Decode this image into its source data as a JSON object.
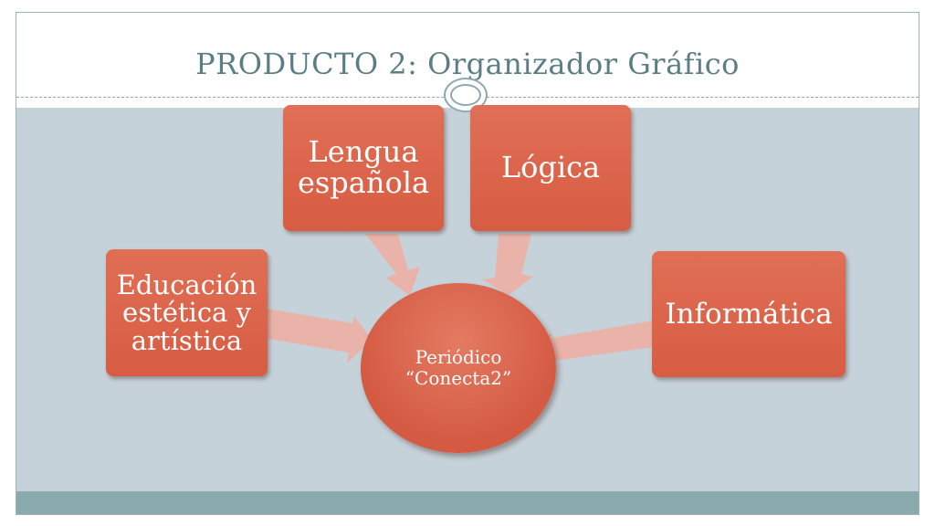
{
  "slide": {
    "title": "PRODUCTO  2: Organizador Gráfico"
  },
  "diagram": {
    "center": {
      "line1": "Periódico",
      "line2": "“Conecta2”"
    },
    "nodes": [
      {
        "id": "lengua",
        "line1": "Lengua",
        "line2": "española"
      },
      {
        "id": "logica",
        "line1": "Lógica"
      },
      {
        "id": "educacion",
        "line1": "Educación",
        "line2": "estética y",
        "line3": "artística"
      },
      {
        "id": "informatica",
        "line1": "Informática"
      }
    ]
  },
  "colors": {
    "node_fill": "#d95f46",
    "arrow_fill": "#e9b3a9",
    "title_text": "#5b7e84",
    "content_background": "#c6d2d9",
    "footer_band": "#8aabae"
  }
}
